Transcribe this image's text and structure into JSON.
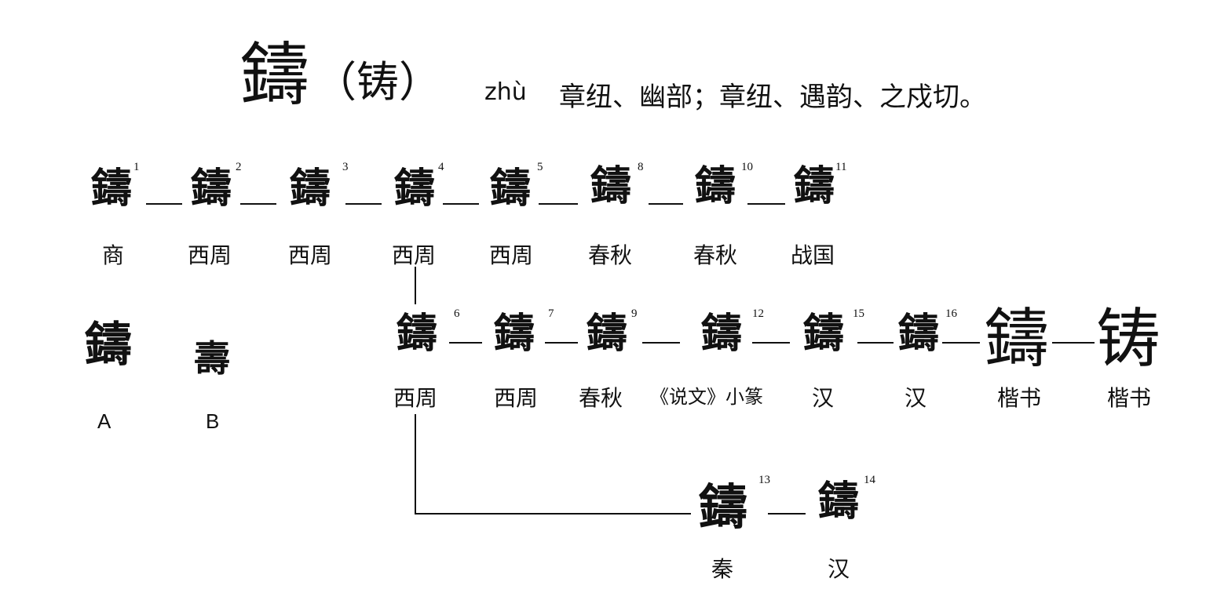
{
  "header": {
    "trad_char": "鑄",
    "paren_char": "（铸）",
    "pinyin": "zhù",
    "fanqie": "章纽、幽部；章纽、遇韵、之戍切。"
  },
  "nodes": [
    {
      "id": "n1",
      "num": "1",
      "glyph": "鑄",
      "era": "商"
    },
    {
      "id": "n2",
      "num": "2",
      "glyph": "鑄",
      "era": "西周"
    },
    {
      "id": "n3",
      "num": "3",
      "glyph": "鑄",
      "era": "西周"
    },
    {
      "id": "n4",
      "num": "4",
      "glyph": "鑄",
      "era": "西周"
    },
    {
      "id": "n5",
      "num": "5",
      "glyph": "鑄",
      "era": "西周"
    },
    {
      "id": "n8",
      "num": "8",
      "glyph": "鑄",
      "era": "春秋"
    },
    {
      "id": "n10",
      "num": "10",
      "glyph": "鑄",
      "era": "春秋"
    },
    {
      "id": "n11",
      "num": "11",
      "glyph": "鑄",
      "era": "战国"
    },
    {
      "id": "n6",
      "num": "6",
      "glyph": "鑄",
      "era": "西周"
    },
    {
      "id": "n7",
      "num": "7",
      "glyph": "鑄",
      "era": "西周"
    },
    {
      "id": "n9",
      "num": "9",
      "glyph": "鑄",
      "era": "春秋"
    },
    {
      "id": "n12",
      "num": "12",
      "glyph": "鑄",
      "era": "《说文》小篆"
    },
    {
      "id": "n15",
      "num": "15",
      "glyph": "鑄",
      "era": "汉"
    },
    {
      "id": "n16",
      "num": "16",
      "glyph": "鑄",
      "era": "汉"
    },
    {
      "id": "k1",
      "num": "",
      "glyph": "鑄",
      "era": "楷书"
    },
    {
      "id": "k2",
      "num": "",
      "glyph": "铸",
      "era": "楷书"
    },
    {
      "id": "n13",
      "num": "13",
      "glyph": "鑄",
      "era": "秦"
    },
    {
      "id": "n14",
      "num": "14",
      "glyph": "鑄",
      "era": "汉"
    }
  ],
  "components": [
    {
      "label": "A",
      "glyph": "鑄"
    },
    {
      "label": "B",
      "glyph": "壽"
    }
  ]
}
